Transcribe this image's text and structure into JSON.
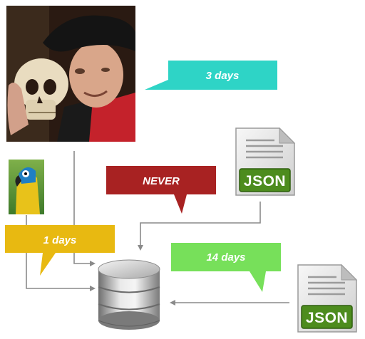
{
  "colors": {
    "teal": "#2ed4c6",
    "dark_red": "#a82222",
    "yellow": "#e8b911",
    "green": "#77e05a",
    "arrow_gray": "#8a8a8a",
    "json_green": "#4d8c1e"
  },
  "bubbles": {
    "teal": {
      "text": "3 days"
    },
    "red": {
      "text": "NEVER"
    },
    "yellow": {
      "text": "1 days"
    },
    "green": {
      "text": "14 days"
    }
  },
  "files": {
    "top": {
      "label": "JSON",
      "icon": "json-file-icon"
    },
    "bottom": {
      "label": "JSON",
      "icon": "json-file-icon"
    }
  },
  "images": {
    "person": {
      "icon": "pirate-with-skull-photo"
    },
    "parrot": {
      "icon": "parrot-photo"
    }
  },
  "database": {
    "icon": "database-cylinder-icon"
  }
}
